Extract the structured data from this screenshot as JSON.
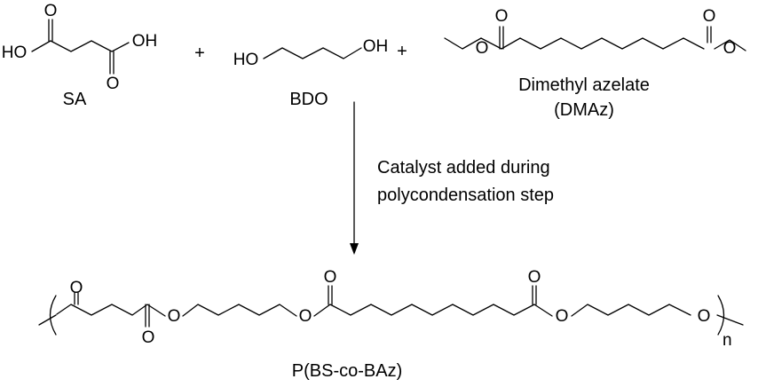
{
  "reactants": {
    "sa": {
      "label": "SA",
      "atoms": {
        "o_top": "O",
        "o_bottom": "O",
        "ho": "HO",
        "oh": "OH"
      }
    },
    "bdo": {
      "label": "BDO",
      "atoms": {
        "ho": "HO",
        "oh": "OH"
      }
    },
    "dmaz": {
      "label_line1": "Dimethyl azelate",
      "label_line2": "(DMAz)",
      "atoms": {
        "o1": "O",
        "o2": "O",
        "o3": "O",
        "o4": "O"
      }
    }
  },
  "operators": {
    "plus1": "+",
    "plus2": "+"
  },
  "conditions": {
    "line1": "Catalyst added during",
    "line2": "polycondensation step"
  },
  "product": {
    "label": "P(BS-co-BAz)",
    "repeat_subscript": "n",
    "atoms": {
      "o1": "O",
      "o2": "O",
      "o3": "O",
      "o4": "O",
      "o5": "O",
      "o6": "O",
      "o7": "O"
    }
  }
}
